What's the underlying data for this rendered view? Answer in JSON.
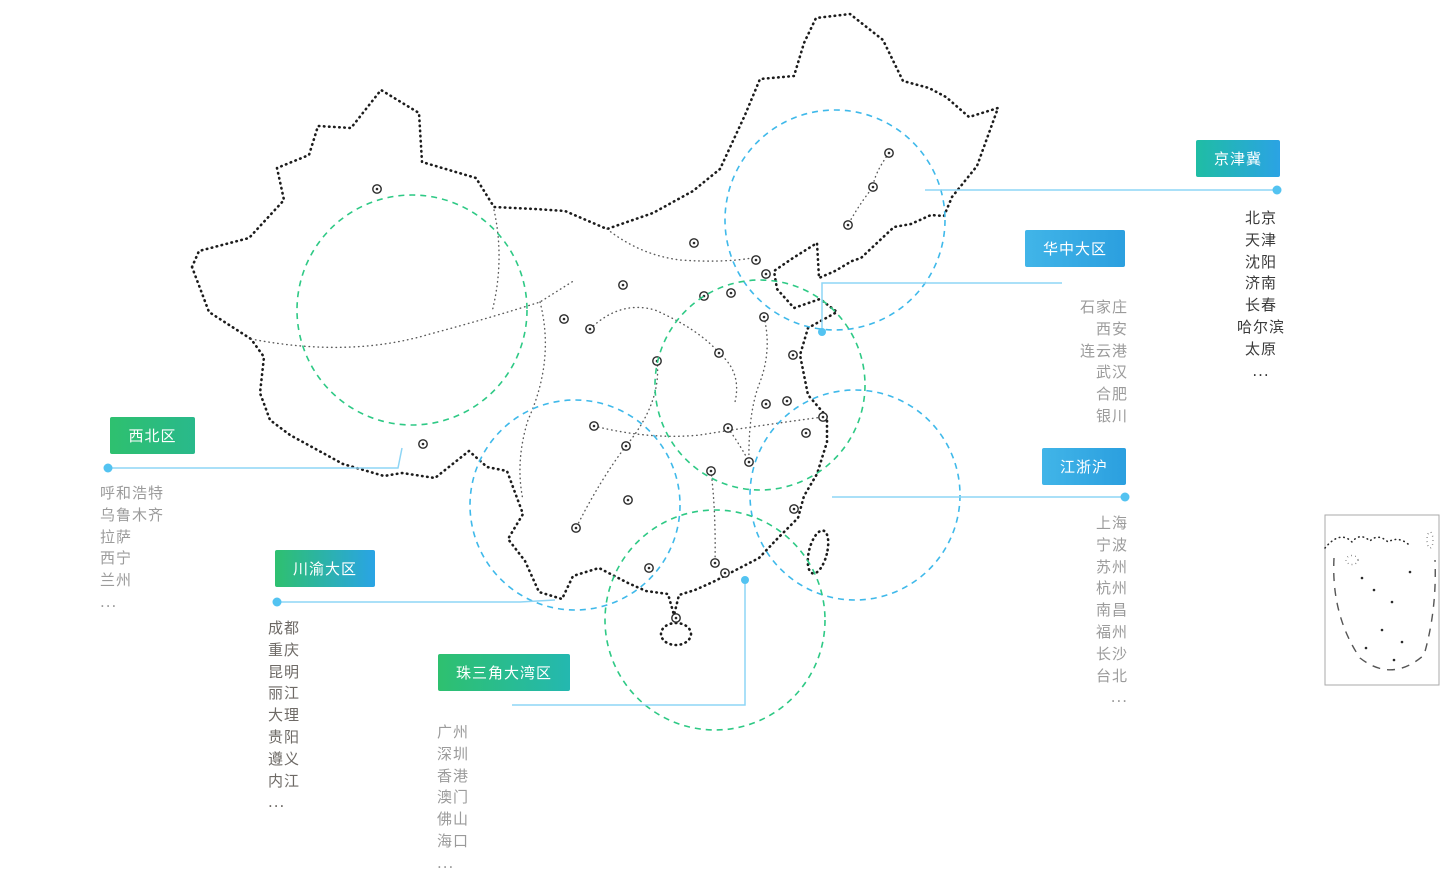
{
  "colors": {
    "accent_blue": "#29abe2",
    "accent_green": "#2ec06f",
    "leader_line": "#8ed5f5",
    "map_outline": "#1c1c1c",
    "city_text_gray": "#9b9b9b",
    "city_text_dark": "#3a3a3a"
  },
  "regions": [
    {
      "id": "jingjinji",
      "label": "京津冀",
      "circle_color": "blue",
      "cities": [
        "北京",
        "天津",
        "沈阳",
        "济南",
        "长春",
        "哈尔滨",
        "太原",
        "..."
      ]
    },
    {
      "id": "huazhong",
      "label": "华中大区",
      "circle_color": "green",
      "cities": [
        "石家庄",
        "西安",
        "连云港",
        "武汉",
        "合肥",
        "银川"
      ]
    },
    {
      "id": "xibei",
      "label": "西北区",
      "circle_color": "green",
      "cities": [
        "呼和浩特",
        "乌鲁木齐",
        "拉萨",
        "西宁",
        "兰州",
        "..."
      ]
    },
    {
      "id": "chuanyu",
      "label": "川渝大区",
      "circle_color": "blue",
      "cities": [
        "成都",
        "重庆",
        "昆明",
        "丽江",
        "大理",
        "贵阳",
        "遵义",
        "内江",
        "..."
      ]
    },
    {
      "id": "zhusanjiao",
      "label": "珠三角大湾区",
      "circle_color": "green",
      "cities": [
        "广州",
        "深圳",
        "香港",
        "澳门",
        "佛山",
        "海口",
        "..."
      ]
    },
    {
      "id": "jiangzhehu",
      "label": "江浙沪",
      "circle_color": "blue",
      "cities": [
        "上海",
        "宁波",
        "苏州",
        "杭州",
        "南昌",
        "福州",
        "长沙",
        "台北",
        "..."
      ]
    }
  ]
}
